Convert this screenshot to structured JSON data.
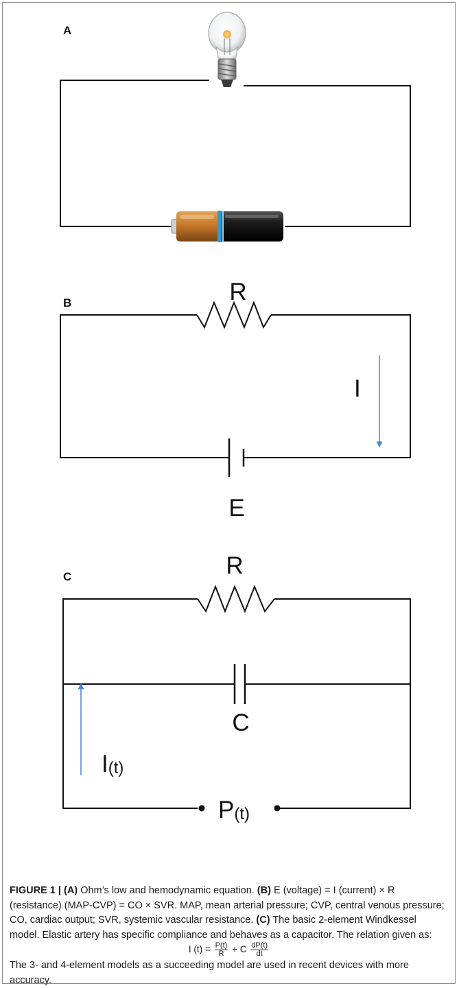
{
  "panels": {
    "a": {
      "letter": "A"
    },
    "b": {
      "letter": "B",
      "resistor_label": "R",
      "current_label": "I",
      "battery_label": "E"
    },
    "c": {
      "letter": "C",
      "resistor_label": "R",
      "capacitor_label": "C",
      "current_main": "I",
      "current_sub": "(t)",
      "pressure_main": "P",
      "pressure_sub": "(t)"
    }
  },
  "caption": {
    "figure_label": "FIGURE 1 |",
    "a_marker": "(A)",
    "a_text": " Ohm’s low and hemodynamic equation. ",
    "b_marker": "(B)",
    "b_text": " E (voltage) = I (current) × R (resistance) (MAP-CVP) = CO × SVR. MAP, mean arterial pressure; CVP, central venous pressure; CO, cardiac output; SVR, systemic vascular resistance. ",
    "c_marker": "(C)",
    "c_text": " The basic 2-element Windkessel model. Elastic artery has specific compliance and behaves as a capacitor. The relation given as:",
    "equation": {
      "lhs": "I (t) =",
      "frac1_num": "P(t)",
      "frac1_den": "R",
      "plus": "+ C",
      "frac2_num": "dP(t)",
      "frac2_den": "dt"
    },
    "closing": "The 3- and 4-element models as a succeeding model are used in recent devices with more accuracy."
  },
  "colors": {
    "arrow": "#4a86c8",
    "battery_copper": "#c87a2a",
    "battery_body": "#222222",
    "battery_band": "#2f9ad6"
  }
}
